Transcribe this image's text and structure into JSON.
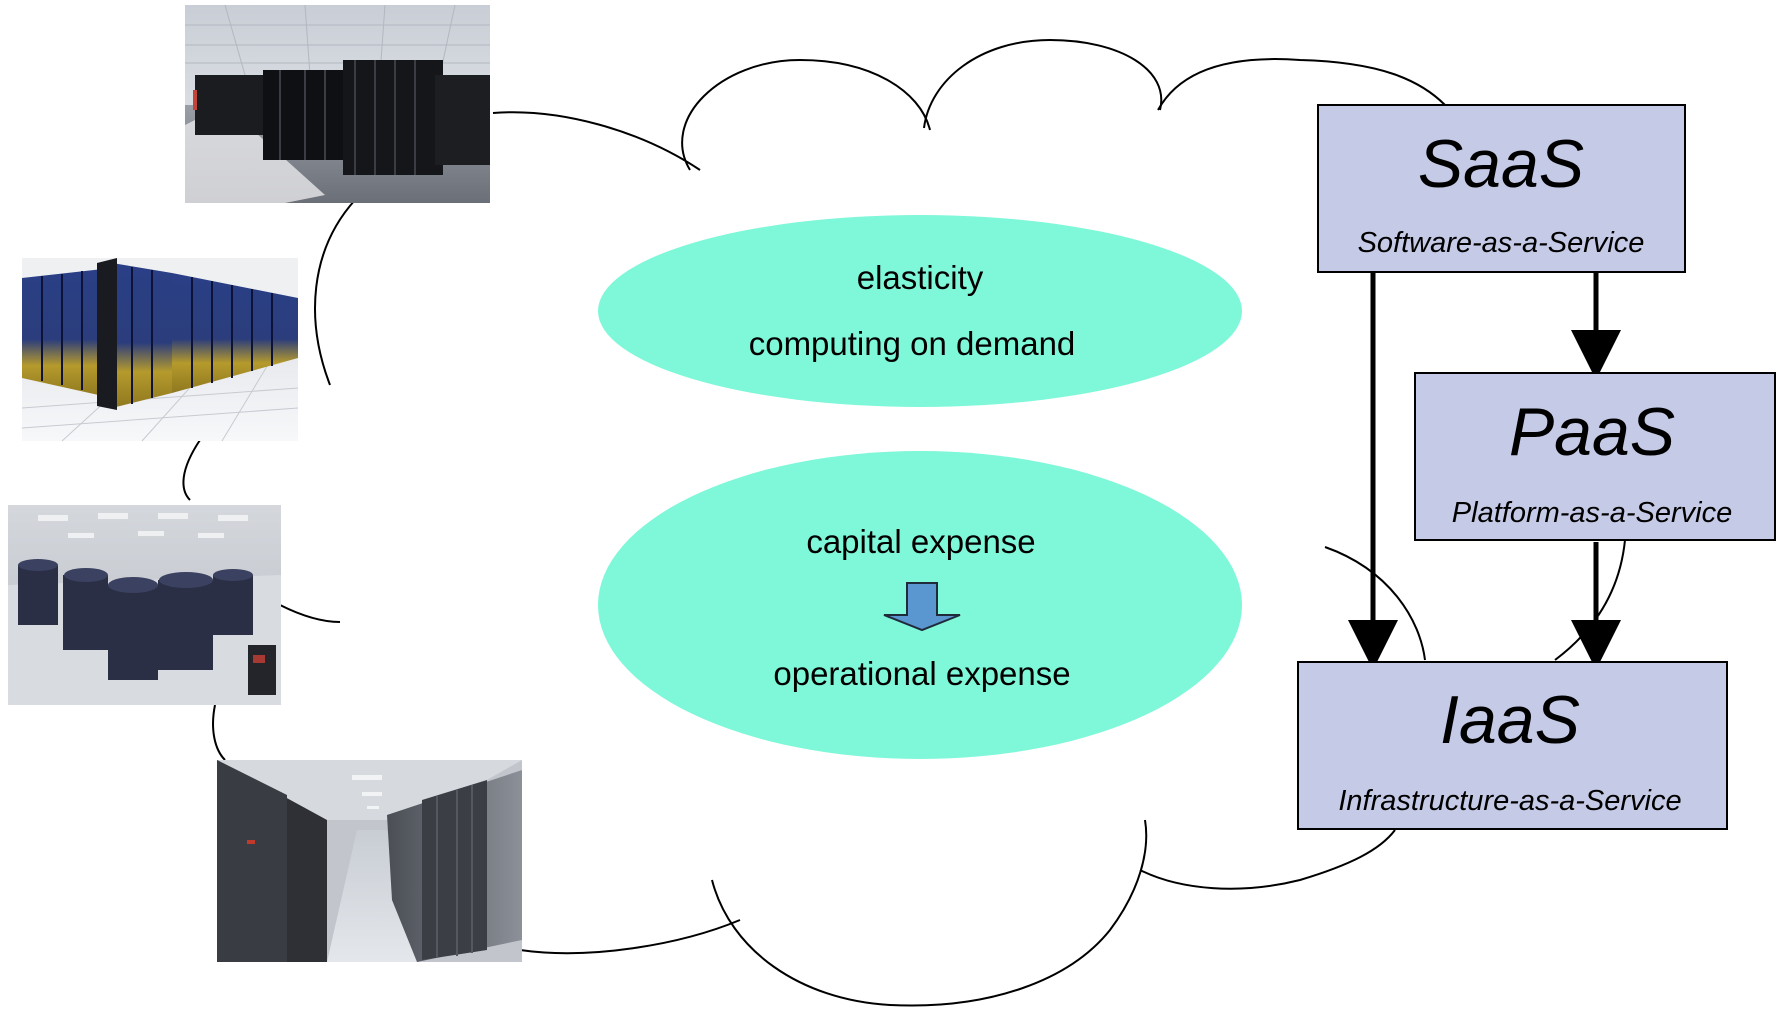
{
  "center": {
    "top_ellipse": {
      "line1": "elasticity",
      "line2": "computing on demand"
    },
    "bottom_ellipse": {
      "line1": "capital expense",
      "line2": "operational expense"
    }
  },
  "service_models": {
    "saas": {
      "title": "SaaS",
      "subtitle": "Software-as-a-Service"
    },
    "paas": {
      "title": "PaaS",
      "subtitle": "Platform-as-a-Service"
    },
    "iaas": {
      "title": "IaaS",
      "subtitle": "Infrastructure-as-a-Service"
    }
  },
  "photos": [
    {
      "icon": "datacenter-hall-photo"
    },
    {
      "icon": "server-racks-row-photo"
    },
    {
      "icon": "supercomputer-room-photo"
    },
    {
      "icon": "server-aisle-photo"
    }
  ],
  "colors": {
    "ellipse_fill": "#7FF7D9",
    "box_fill": "#C5CAE6",
    "box_stroke": "#000000",
    "down_arrow_fill": "#5A96CF",
    "cloud_stroke": "#000000"
  }
}
